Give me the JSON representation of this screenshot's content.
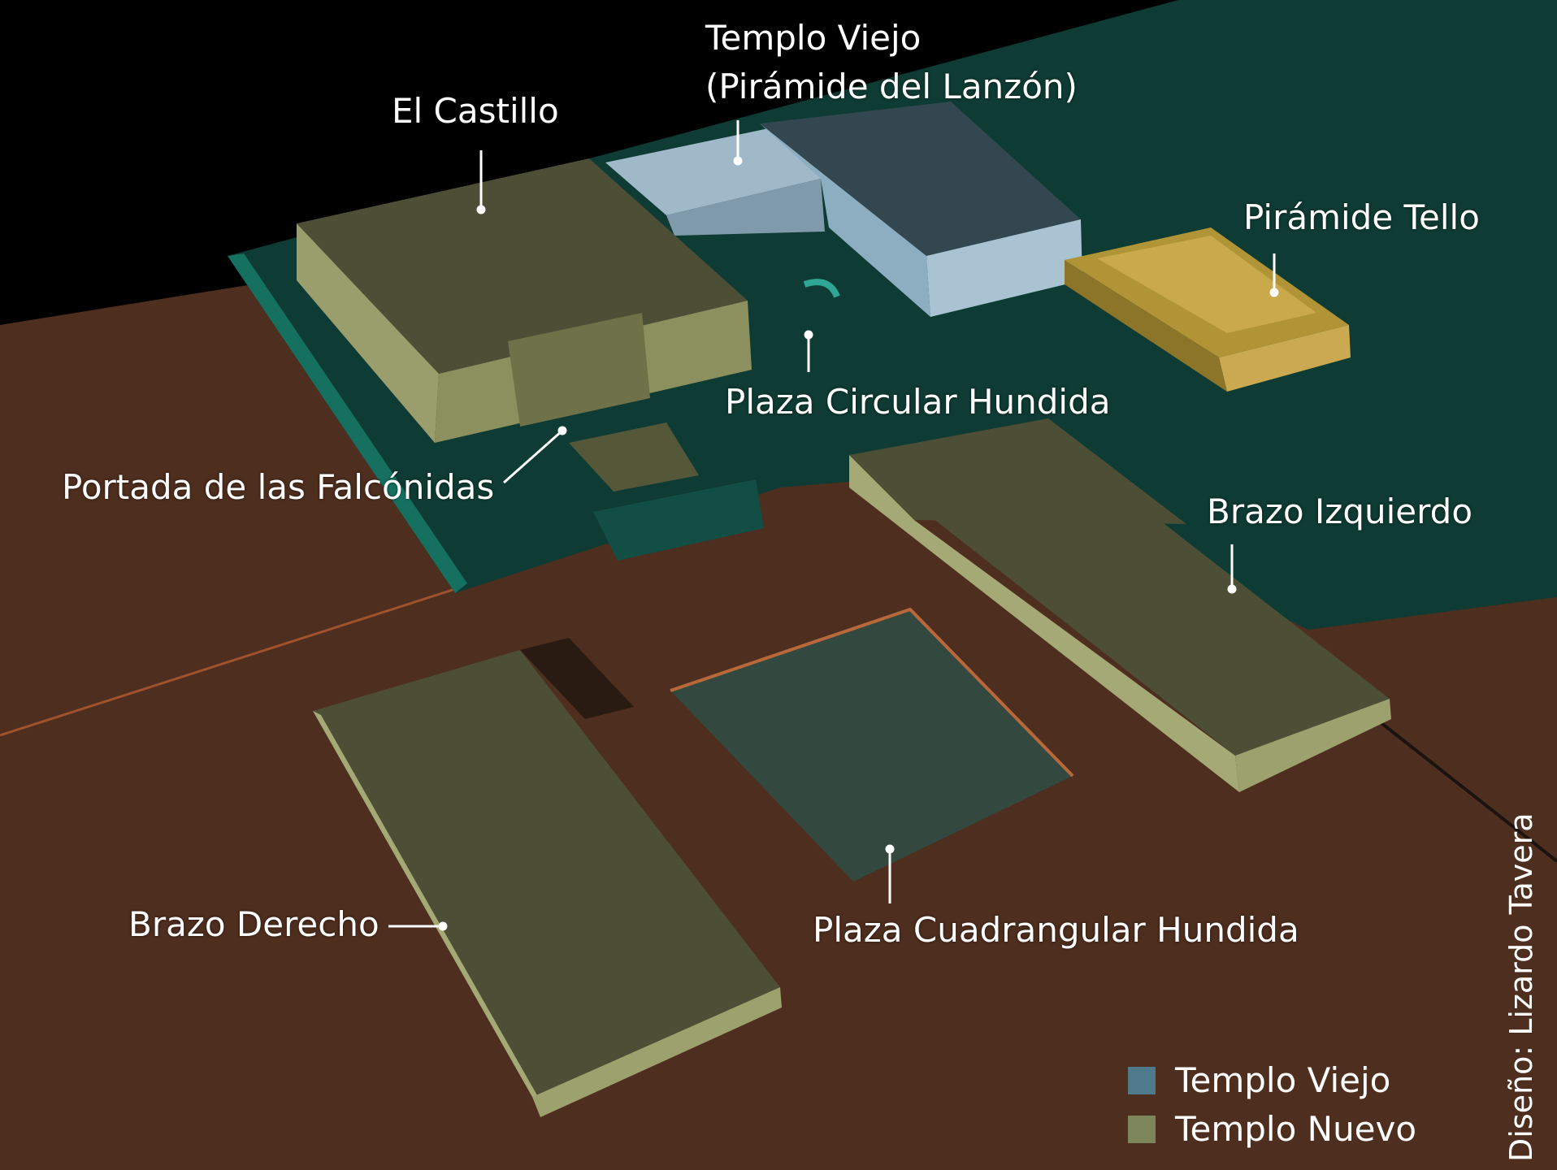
{
  "labels": {
    "templo_viejo_line1": "Templo Viejo",
    "templo_viejo_line2": "(Pirámide del Lanzón)",
    "el_castillo": "El Castillo",
    "piramide_tello": "Pirámide Tello",
    "plaza_circular": "Plaza Circular Hundida",
    "portada": "Portada de las Falcónidas",
    "brazo_izquierdo": "Brazo Izquierdo",
    "brazo_derecho": "Brazo Derecho",
    "plaza_cuadrangular": "Plaza Cuadrangular Hundida"
  },
  "legend": [
    {
      "label": "Templo Viejo",
      "color": "#4f7a8c"
    },
    {
      "label": "Templo Nuevo",
      "color": "#7d855a"
    }
  ],
  "credit": "Diseño: Lizardo Tavera",
  "colors": {
    "sky": "#000000",
    "ground": "#4e2e1e",
    "platform": "#0e3b33",
    "templo_viejo": "#9bb5c6",
    "templo_nuevo": "#8a8d5e",
    "tello": "#b89a3e"
  }
}
